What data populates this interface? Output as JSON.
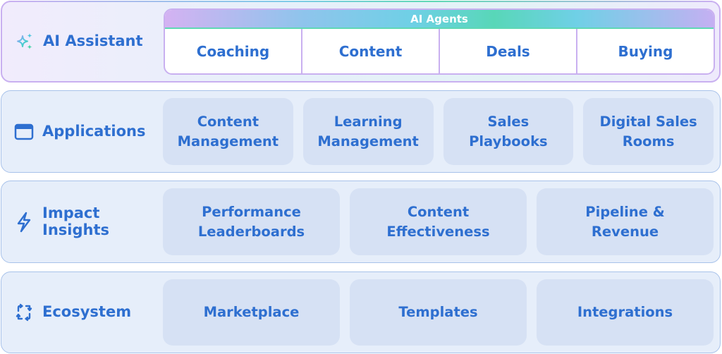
{
  "rows": {
    "ai_assistant": {
      "label": "AI Assistant",
      "icon": "sparkles-icon",
      "agents_header": "AI Agents",
      "agents": [
        "Coaching",
        "Content",
        "Deals",
        "Buying"
      ]
    },
    "applications": {
      "label": "Applications",
      "icon": "window-icon",
      "tiles": [
        "Content\nManagement",
        "Learning\nManagement",
        "Sales\nPlaybooks",
        "Digital Sales\nRooms"
      ]
    },
    "impact_insights": {
      "label": "Impact\nInsights",
      "icon": "lightning-icon",
      "tiles": [
        "Performance\nLeaderboards",
        "Content\nEffectiveness",
        "Pipeline &\nRevenue"
      ]
    },
    "ecosystem": {
      "label": "Ecosystem",
      "icon": "refresh-arrows-icon",
      "tiles": [
        "Marketplace",
        "Templates",
        "Integrations"
      ]
    }
  },
  "colors": {
    "text_primary": "#2e6fd0",
    "row_background": "#e6eefa",
    "tile_background": "#d6e1f4",
    "ai_border": "#c9b0f0",
    "ai_accent_green": "#5fd8b4"
  }
}
